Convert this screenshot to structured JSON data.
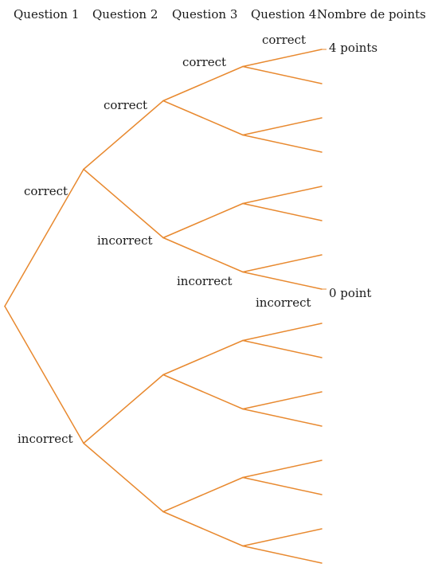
{
  "headers": [
    "Question 1",
    "Question 2",
    "Question 3",
    "Question 4",
    "Nombre de points"
  ],
  "branch_labels": {
    "q1_correct": "correct",
    "q1_incorrect": "incorrect",
    "q2_correct": "correct",
    "q2_incorrect": "incorrect",
    "q3_correct": "correct",
    "q3_incorrect": "incorrect",
    "q4_correct": "correct",
    "q4_incorrect": "incorrect"
  },
  "results": {
    "top": "4 points",
    "bottom": "0 point"
  },
  "colors": {
    "branch": "#e8892f",
    "text": "#1a1a1a"
  }
}
